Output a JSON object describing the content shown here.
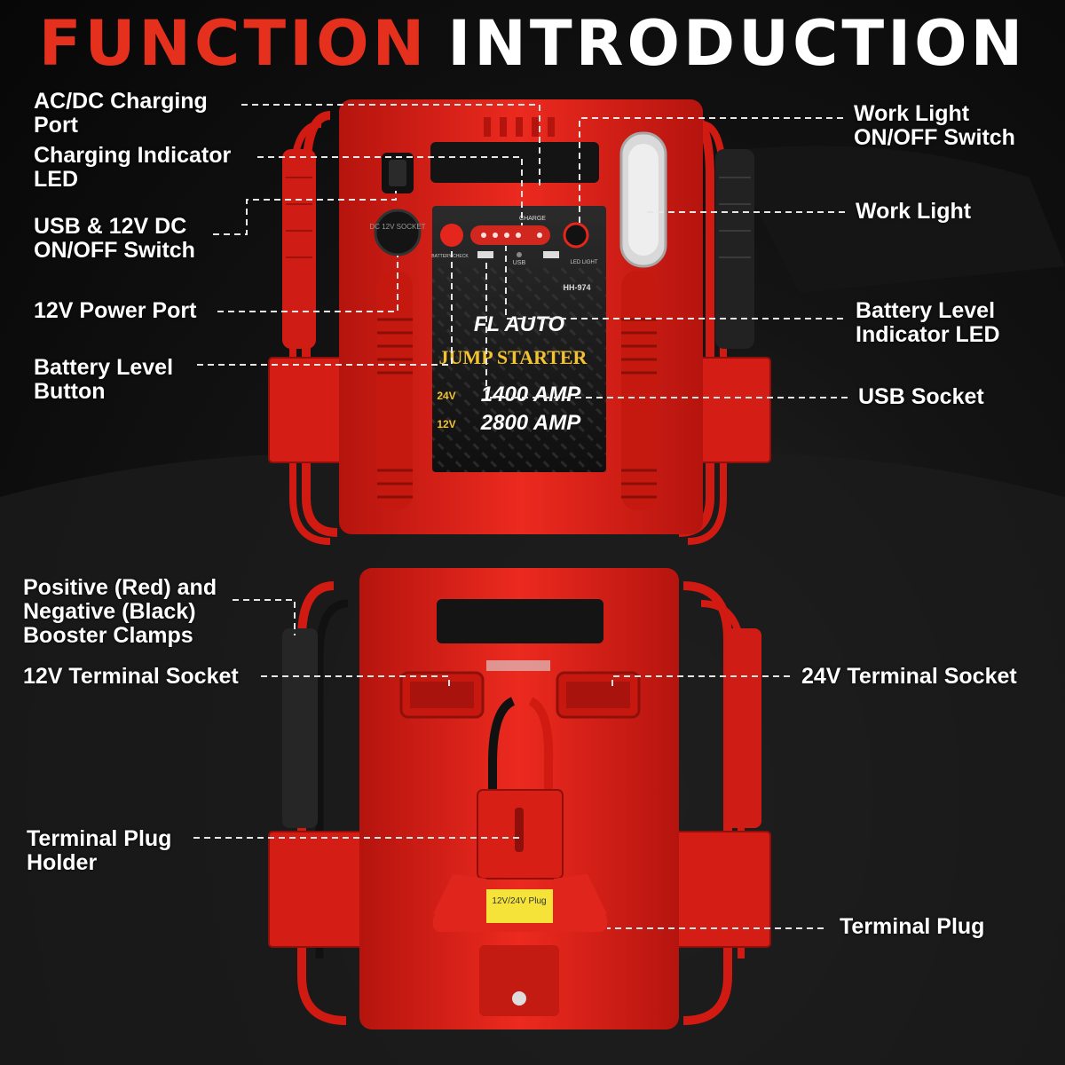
{
  "title": {
    "part1": "FUNCTION",
    "part2": "INTRODUCTION"
  },
  "colors": {
    "title_accent": "#e4301c",
    "title_main": "#ffffff",
    "body_red": "#e3231b",
    "label_text": "#ffffff"
  },
  "front_panel": {
    "brand": "FL AUTO",
    "product_name": "JUMP STARTER",
    "model": "HH-974",
    "rating_24v_voltage": "24V",
    "rating_24v_amps": "1400 AMP",
    "rating_12v_voltage": "12V",
    "rating_12v_amps": "2800 AMP",
    "port_label": "DC 12V SOCKET",
    "usb_label": "USB",
    "battery_check_label": "BATTERY CHECK",
    "led_light_label": "LED LIGHT",
    "charge_label": "CHARGE"
  },
  "back_panel": {
    "plug_label": "12V/24V Plug"
  },
  "labels": {
    "acdc": "AC/DC Charging\nPort",
    "charging_led": "Charging Indicator\nLED",
    "usb_switch": "USB & 12V DC\nON/OFF Switch",
    "power_port": "12V Power Port",
    "battery_button": "Battery Level\nButton",
    "work_light_switch": "Work Light\nON/OFF Switch",
    "work_light": "Work Light",
    "battery_led": "Battery Level\nIndicator LED",
    "usb_socket": "USB Socket",
    "clamps": "Positive (Red) and\nNegative (Black)\nBooster Clamps",
    "terminal_12v": "12V Terminal Socket",
    "terminal_24v": "24V Terminal Socket",
    "plug_holder": "Terminal Plug\nHolder",
    "terminal_plug": "Terminal Plug"
  }
}
